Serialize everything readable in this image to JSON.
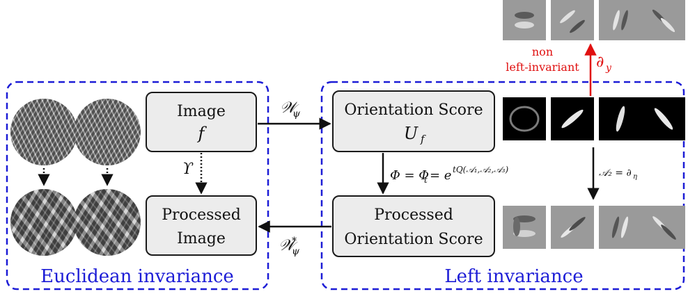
{
  "regions": {
    "left_title": "Euclidean invariance",
    "right_title": "Left invariance"
  },
  "nodes": {
    "image": {
      "line1": "Image",
      "line2": "f"
    },
    "orientation_score": {
      "line1": "Orientation Score",
      "line2": "U",
      "line2_sub": "f"
    },
    "processed_image": {
      "line1": "Processed",
      "line2": "Image"
    },
    "processed_score": {
      "line1": "Processed",
      "line2": "Orientation Score"
    }
  },
  "edges": {
    "wavelet": {
      "symbol": "𝒲",
      "sub": "ψ"
    },
    "inverse_wavelet": {
      "symbol": "𝒲",
      "sub": "ψ",
      "sup": "*"
    },
    "upsilon": "ϒ",
    "phi": {
      "text": "Φ = Φ",
      "sub_t": "t",
      "eq": "= e",
      "exp": "tQ(𝒜₁,𝒜₂,𝒜₃)"
    },
    "a2": {
      "text": "𝒜₂ = ∂",
      "sub": "η"
    },
    "dy": {
      "text": "∂",
      "sub": "y"
    },
    "non_left_invariant": {
      "line1": "non",
      "line2": "left-invariant"
    }
  },
  "colors": {
    "box_fill": "#ececec",
    "box_stroke": "#1a1a1a",
    "dashed_blue": "#1c1cd6",
    "red": "#e01010"
  }
}
